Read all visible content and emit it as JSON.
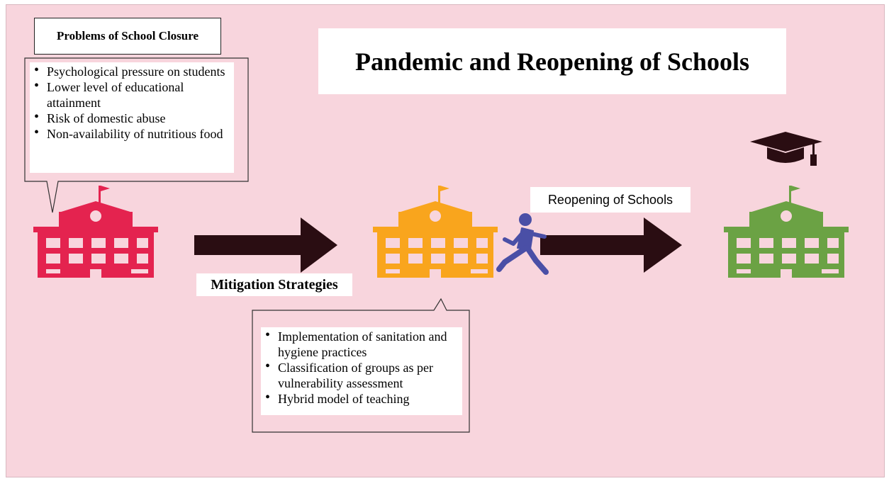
{
  "title": "Pandemic and Reopening of Schools",
  "problems": {
    "heading": "Problems  of School Closure",
    "items": [
      "Psychological pressure on students",
      "Lower level of educational attainment",
      "Risk of domestic abuse",
      "Non-availability of nutritious food"
    ]
  },
  "mitigation": {
    "label": "Mitigation Strategies",
    "items": [
      "Implementation of sanitation and hygiene practices",
      "Classification of groups as per vulnerability assessment",
      "Hybrid model of teaching"
    ]
  },
  "reopening_label": "Reopening of Schools",
  "colors": {
    "background": "#f8d5dd",
    "school_closed": "#e4234f",
    "school_mitigation": "#f9a51d",
    "school_reopened": "#6ba244",
    "arrow": "#2a0d12",
    "runner": "#4a4fa6",
    "cap": "#2a0d12"
  },
  "icons": [
    "school-building-icon",
    "arrow-right-icon",
    "running-child-icon",
    "graduation-cap-icon"
  ]
}
